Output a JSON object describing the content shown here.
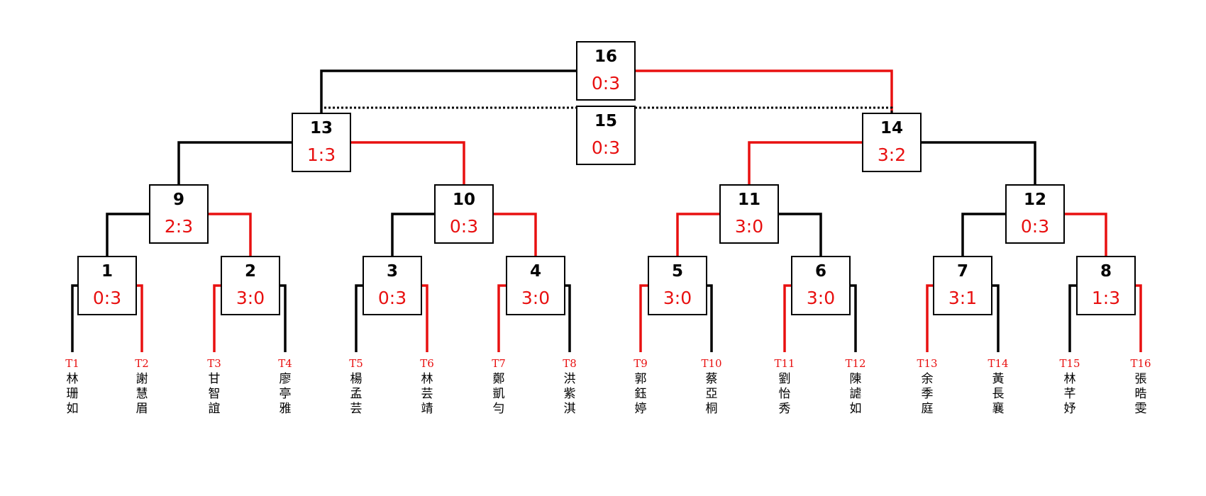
{
  "colors": {
    "winner": "#e81010",
    "loser": "#000000",
    "box_border": "#000000",
    "seed_label": "#e81010"
  },
  "players": [
    {
      "seed": "T1",
      "name": "林珊如"
    },
    {
      "seed": "T2",
      "name": "謝慧眉"
    },
    {
      "seed": "T3",
      "name": "甘智誼"
    },
    {
      "seed": "T4",
      "name": "廖亭雅"
    },
    {
      "seed": "T5",
      "name": "楊孟芸"
    },
    {
      "seed": "T6",
      "name": "林芸靖"
    },
    {
      "seed": "T7",
      "name": "鄭凱勻"
    },
    {
      "seed": "T8",
      "name": "洪紫淇"
    },
    {
      "seed": "T9",
      "name": "郭鈺婷"
    },
    {
      "seed": "T10",
      "name": "蔡亞桐"
    },
    {
      "seed": "T11",
      "name": "劉怡秀"
    },
    {
      "seed": "T12",
      "name": "陳謔如"
    },
    {
      "seed": "T13",
      "name": "余季庭"
    },
    {
      "seed": "T14",
      "name": "黃長襄"
    },
    {
      "seed": "T15",
      "name": "林芊妤"
    },
    {
      "seed": "T16",
      "name": "張晧雯"
    }
  ],
  "matches": [
    {
      "num": "1",
      "score": "0:3",
      "winner": "right"
    },
    {
      "num": "2",
      "score": "3:0",
      "winner": "left"
    },
    {
      "num": "3",
      "score": "0:3",
      "winner": "right"
    },
    {
      "num": "4",
      "score": "3:0",
      "winner": "left"
    },
    {
      "num": "5",
      "score": "3:0",
      "winner": "left"
    },
    {
      "num": "6",
      "score": "3:0",
      "winner": "left"
    },
    {
      "num": "7",
      "score": "3:1",
      "winner": "left"
    },
    {
      "num": "8",
      "score": "1:3",
      "winner": "right"
    },
    {
      "num": "9",
      "score": "2:3",
      "winner": "right"
    },
    {
      "num": "10",
      "score": "0:3",
      "winner": "right"
    },
    {
      "num": "11",
      "score": "3:0",
      "winner": "left"
    },
    {
      "num": "12",
      "score": "0:3",
      "winner": "right"
    },
    {
      "num": "13",
      "score": "1:3",
      "winner": "right"
    },
    {
      "num": "14",
      "score": "3:2",
      "winner": "left"
    },
    {
      "num": "15",
      "score": "0:3",
      "winner": "none"
    },
    {
      "num": "16",
      "score": "0:3",
      "winner": "right"
    }
  ]
}
